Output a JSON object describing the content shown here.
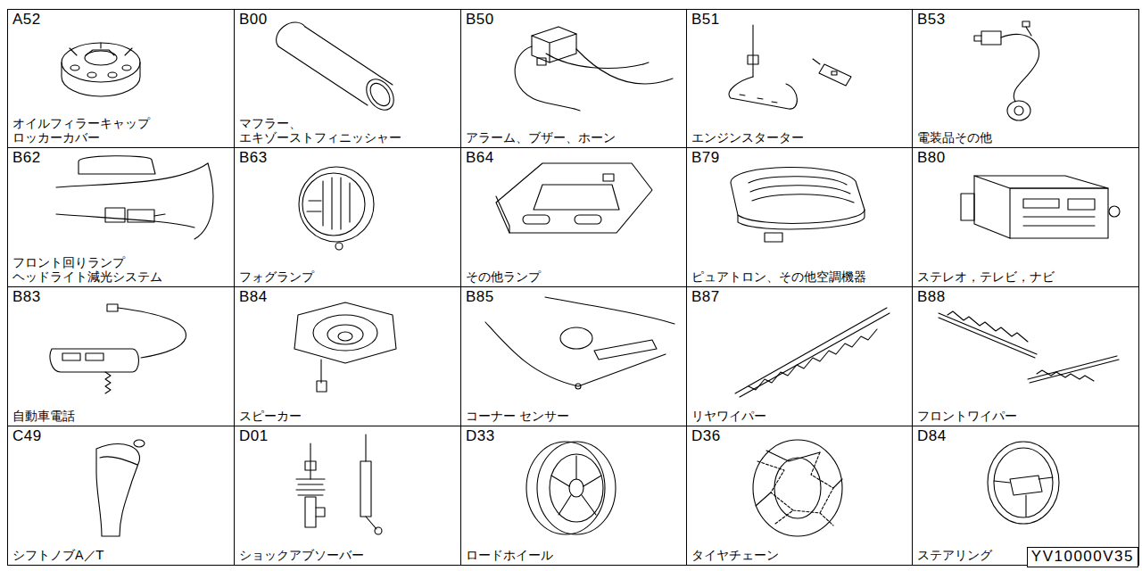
{
  "diagram": {
    "nodes": [
      {
        "text": [
          "A52",
          "オイルフィラーキャップ ロッカーカバー"
        ]
      },
      {
        "text": [
          "B00",
          "マフラー、 エキゾーストフィニッシャー"
        ]
      },
      {
        "text": [
          "B50",
          "アラーム、ブザー、ホーン"
        ]
      },
      {
        "text": [
          "B51",
          "エンジンスターター"
        ]
      },
      {
        "text": [
          "B53",
          "電装品その他"
        ]
      },
      {
        "text": [
          "B62",
          "フロント回りランプ ヘッドライト減光システム"
        ]
      },
      {
        "text": [
          "B63",
          "フォグランプ"
        ]
      },
      {
        "text": [
          "B64",
          "その他ランプ"
        ]
      },
      {
        "text": [
          "B79",
          "ピュアトロン、その他空調機器"
        ]
      },
      {
        "text": [
          "B80",
          "ステレオ，テレビ，ナビ"
        ]
      },
      {
        "text": [
          "B83",
          "自動車電話"
        ]
      },
      {
        "text": [
          "B84",
          "スピーカー"
        ]
      },
      {
        "text": [
          "B85",
          "コーナー センサー"
        ]
      },
      {
        "text": [
          "B87",
          "リヤワイパー"
        ]
      },
      {
        "text": [
          "B88",
          "フロントワイパー"
        ]
      },
      {
        "text": [
          "C49",
          "シフトノブA／T"
        ]
      },
      {
        "text": [
          "D01",
          "ショックアブソーバー"
        ]
      },
      {
        "text": [
          "D33",
          "ロードホイール"
        ]
      },
      {
        "text": [
          "D36",
          "タイヤチェーン"
        ]
      },
      {
        "text": [
          "D84",
          "ステアリング"
        ]
      },
      {
        "text": [
          "YV10000V35"
        ]
      }
    ]
  }
}
